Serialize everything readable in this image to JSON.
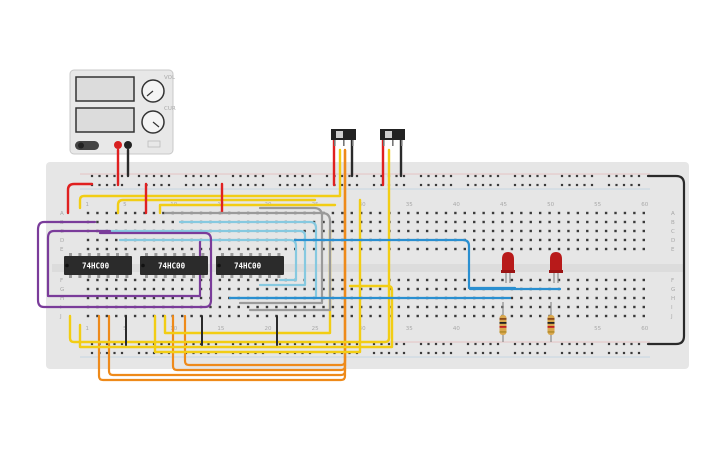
{
  "colors": {
    "background": "#ffffff",
    "board": "#e6e6e6",
    "hole": "#3a3a3a",
    "wire_red": "#e02020",
    "wire_yellow": "#f2cd14",
    "wire_orange": "#ee8a1a",
    "wire_cyan": "#86c9e0",
    "wire_blue": "#2a8fd0",
    "wire_gray": "#9a9a9a",
    "wire_purple": "#7a3c9a",
    "wire_black": "#2a2a2a",
    "led": "#b81a1a",
    "resistor": "#d9a84e"
  },
  "power_supply": {
    "label_vol": "VOL",
    "label_cur": "CUR"
  },
  "breadboard": {
    "column_labels": [
      "1",
      "5",
      "10",
      "15",
      "20",
      "25",
      "30",
      "35",
      "40",
      "45",
      "50",
      "55",
      "60"
    ],
    "row_labels_top": [
      "A",
      "B",
      "C",
      "D",
      "E"
    ],
    "row_labels_bottom": [
      "F",
      "G",
      "H",
      "I",
      "J"
    ]
  },
  "chips": [
    {
      "label": "74HC00"
    },
    {
      "label": "74HC00"
    },
    {
      "label": "74HC00"
    }
  ],
  "switches": [
    {
      "name": "slide-switch-1"
    },
    {
      "name": "slide-switch-2"
    }
  ],
  "leds": [
    {
      "name": "red-led-1",
      "color": "red"
    },
    {
      "name": "red-led-2",
      "color": "red"
    }
  ],
  "resistors": [
    {
      "name": "resistor-1"
    },
    {
      "name": "resistor-2"
    }
  ]
}
